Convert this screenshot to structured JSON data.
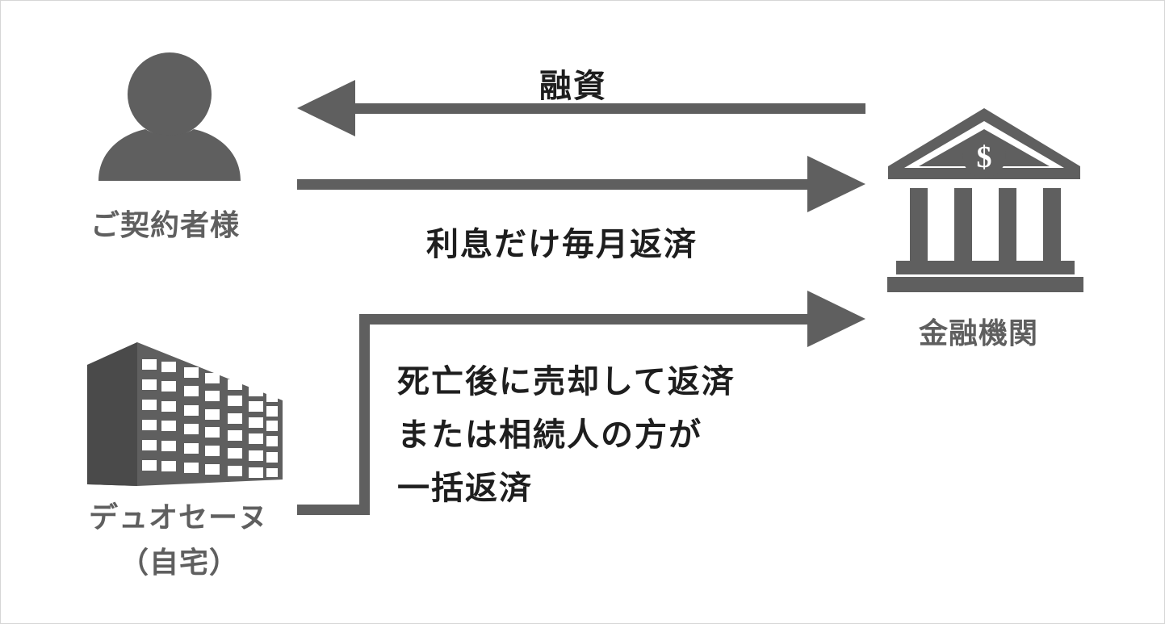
{
  "colors": {
    "icon": "#5f5f5f",
    "arrow": "#5f5f5f",
    "caption": "#1e1e1e",
    "label": "#5f5f5f"
  },
  "nodes": {
    "customer": {
      "icon": "person-icon",
      "label": "ご契約者様"
    },
    "bank": {
      "icon": "bank-icon",
      "symbol": "$",
      "label": "金融機関"
    },
    "home": {
      "icon": "apartment-building-icon",
      "label_line1": "デュオセーヌ",
      "label_line2": "（自宅）"
    }
  },
  "edges": {
    "loan": {
      "from": "bank",
      "to": "customer",
      "label": "融資"
    },
    "interest": {
      "from": "customer",
      "to": "bank",
      "label": "利息だけ毎月返済"
    },
    "repayment": {
      "from": "home",
      "to": "bank",
      "lines": [
        "死亡後に売却して返済",
        "または相続人の方が",
        "一括返済"
      ]
    }
  }
}
